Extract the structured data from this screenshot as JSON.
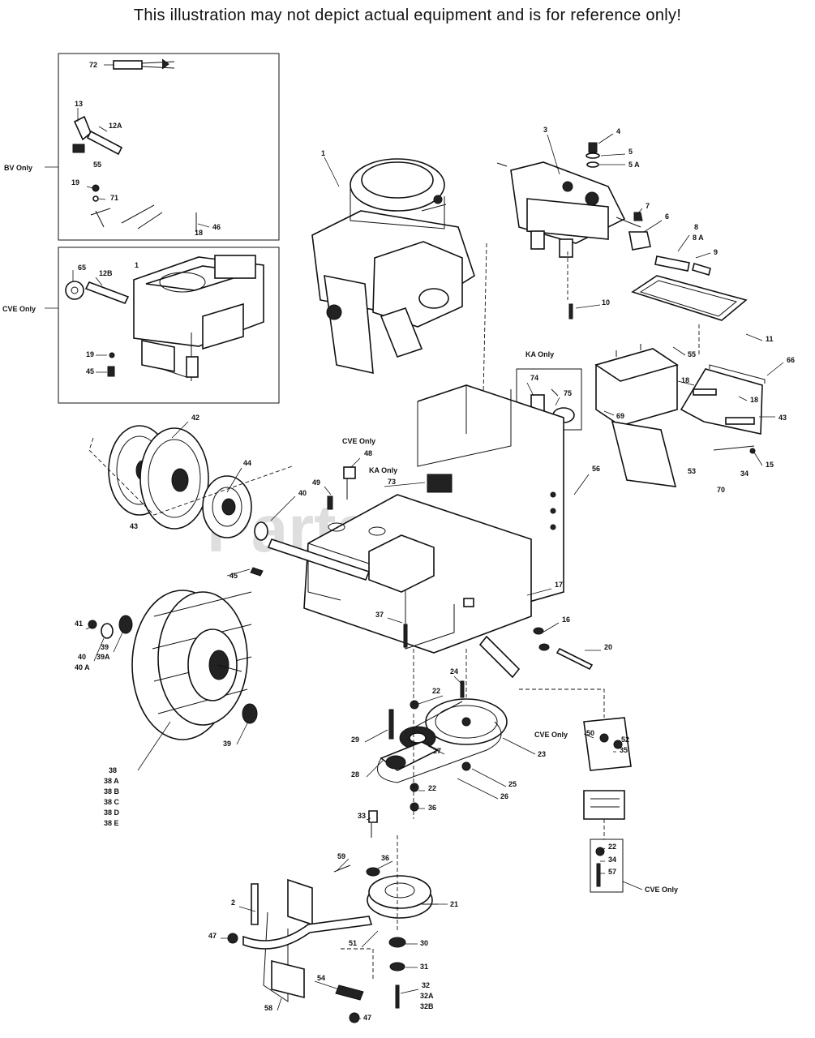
{
  "header": "This illustration may not depict actual equipment and is for reference only!",
  "watermark": "PartsTree",
  "notes": {
    "bv_only": "BV Only",
    "cve_only_inset": "CVE Only",
    "cve_only_bracket": "CVE Only",
    "ka_only_box": "KA Only",
    "cve_only_48": "CVE Only",
    "ka_only_73": "KA Only",
    "cve_only_clutch": "CVE Only",
    "cve_only_bottom": "CVE Only"
  },
  "labels": {
    "l72": "72",
    "l13": "13",
    "l12a": "12A",
    "l55a": "55",
    "l19a": "19",
    "l71": "71",
    "l46": "46",
    "l18a": "18",
    "l65": "65",
    "l1b": "1",
    "l12b": "12B",
    "l19b": "19",
    "l45a": "45",
    "l1": "1",
    "l3": "3",
    "l4": "4",
    "l5": "5",
    "l5a": "5 A",
    "l7": "7",
    "l6": "6",
    "l8": "8",
    "l8a": "8 A",
    "l9": "9",
    "l10": "10",
    "l11": "11",
    "l55": "55",
    "l66": "66",
    "l74": "74",
    "l75": "75",
    "l69": "69",
    "l18b": "18",
    "l18c": "18",
    "l43b": "43",
    "l15": "15",
    "l34a": "34",
    "l70": "70",
    "l53": "53",
    "l56": "56",
    "l42": "42",
    "l43a": "43",
    "l44": "44",
    "l48": "48",
    "l49": "49",
    "l40": "40",
    "l45b": "45",
    "l73": "73",
    "l17": "17",
    "l16": "16",
    "l20": "20",
    "l37": "37",
    "l41": "41",
    "l40b": "40",
    "l40bA": "40 A",
    "l39": "39",
    "l39a": "39A",
    "l39b": "39",
    "l38": "38",
    "l38a": "38 A",
    "l38b": "38 B",
    "l38c": "38 C",
    "l38d": "38 D",
    "l38e": "38 E",
    "l24": "24",
    "l22a": "22",
    "l23": "23",
    "l29": "29",
    "l27": "27",
    "l28": "28",
    "l26": "26",
    "l25": "25",
    "l22b": "22",
    "l36a": "36",
    "l50": "50",
    "l52": "52",
    "l35": "35",
    "l22c": "22",
    "l34b": "34",
    "l57": "57",
    "l33": "33",
    "l59": "59",
    "l36b": "36",
    "l21": "21",
    "l2": "2",
    "l47a": "47",
    "l51": "51",
    "l30": "30",
    "l31": "31",
    "l32": "32",
    "l32a": "32A",
    "l32b": "32B",
    "l54": "54",
    "l47b": "47",
    "l58": "58"
  }
}
